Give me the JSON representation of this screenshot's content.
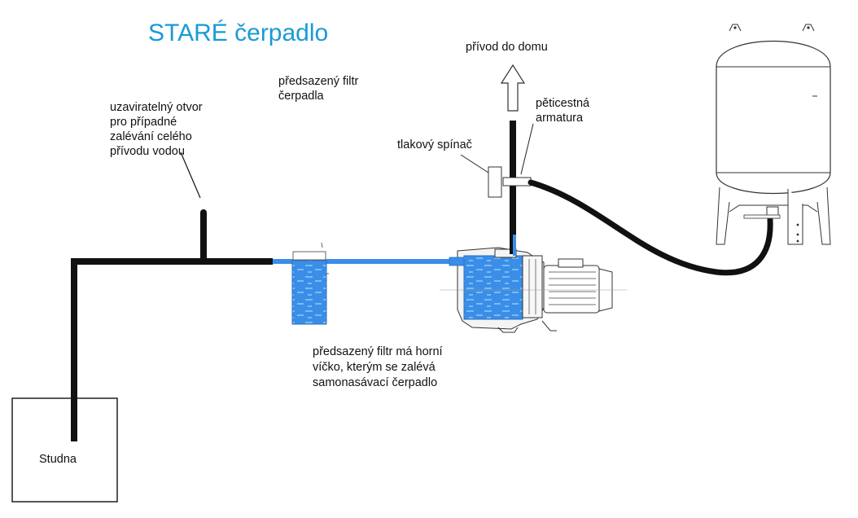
{
  "title": "STARÉ čerpadlo",
  "colors": {
    "title": "#1a9ad6",
    "pipe": "#111111",
    "water": "#3a8ee8",
    "water_light": "#7fc0f5",
    "outline": "#222222",
    "background": "#ffffff"
  },
  "labels": {
    "well": "Studna",
    "vent_line1": "uzaviratelný otvor",
    "vent_line2": "pro případné",
    "vent_line3": "zalévání celého",
    "vent_line4": "přívodu vodou",
    "filter_top_line1": "předsazený filtr",
    "filter_top_line2": "čerpadla",
    "supply": "přívod do domu",
    "fitting_line1": "pěticestná",
    "fitting_line2": "armatura",
    "pressure_switch": "tlakový spínač",
    "filter_note_line1": "předsazený filtr má horní",
    "filter_note_line2": "víčko, kterým se zalévá",
    "filter_note_line3": "samonasávací čerpadlo"
  },
  "icons": {
    "supply_arrow": "arrow-up-icon",
    "tank": "pressure-tank-icon",
    "pump": "pump-motor-icon",
    "filter": "filter-canister-icon"
  }
}
